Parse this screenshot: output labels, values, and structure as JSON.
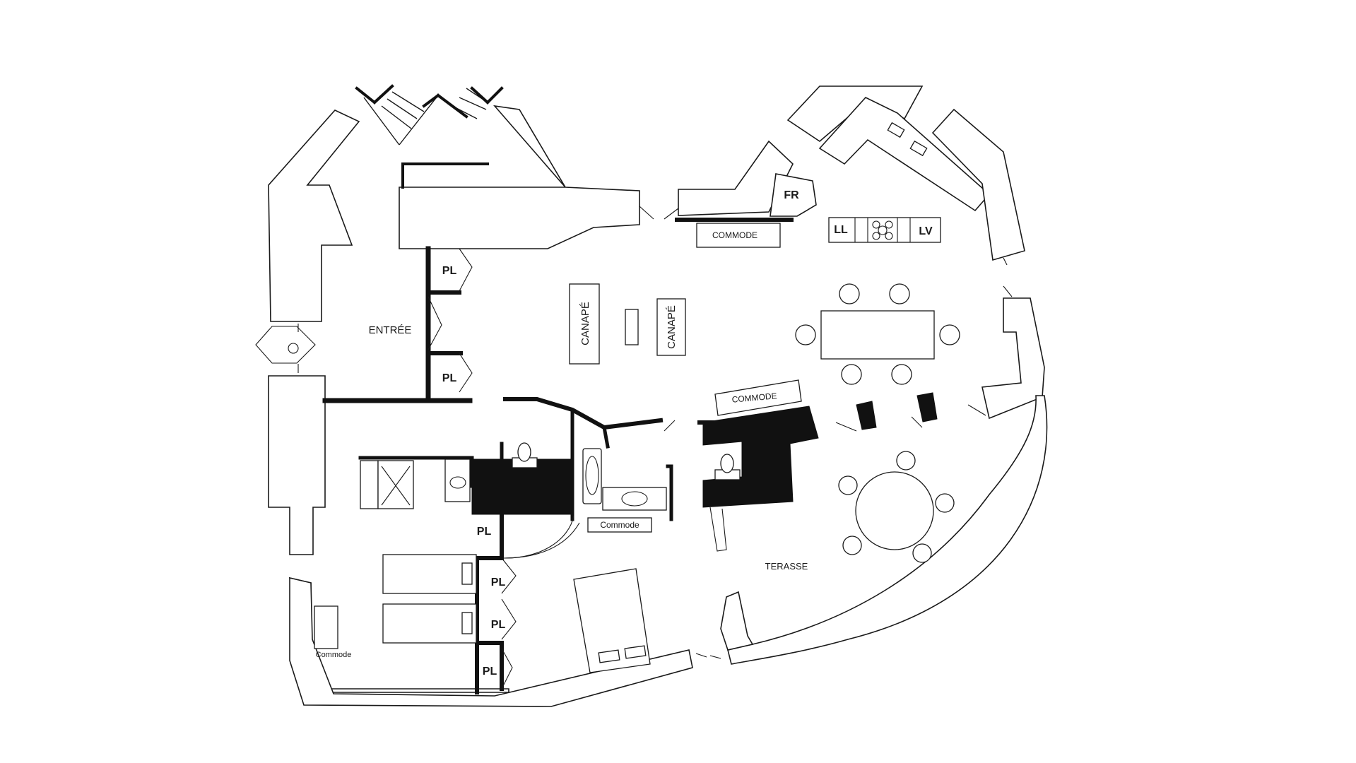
{
  "rooms": {
    "entree": "ENTRÉE",
    "terasse": "TERASSE"
  },
  "closets": {
    "pl_1": "PL",
    "pl_2": "PL",
    "pl_3": "PL",
    "pl_4": "PL",
    "pl_5": "PL",
    "pl_6": "PL"
  },
  "furniture": {
    "canape_1": "CANAPÉ",
    "canape_2": "CANAPÉ",
    "commode_kitchen": "COMMODE",
    "commode_living": "COMMODE",
    "commode_bath": "Commode",
    "commode_bedroom": "Commode"
  },
  "appliances": {
    "fr": "FR",
    "ll": "LL",
    "lv": "LV"
  }
}
